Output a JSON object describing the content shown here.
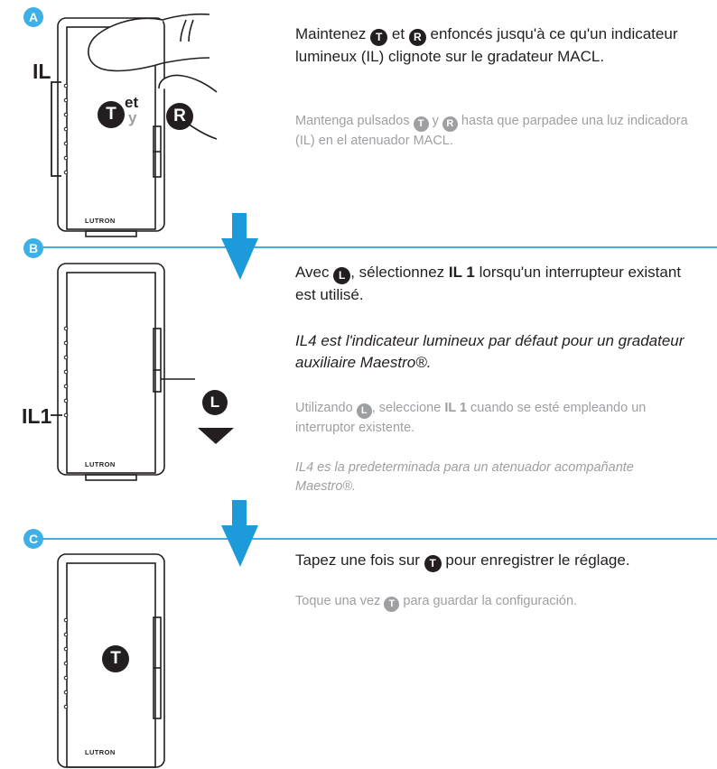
{
  "steps": {
    "a": {
      "marker": "A",
      "fr_parts": [
        "Maintenez ",
        " et ",
        " enfoncés jusqu'à ce qu'un indicateur lumineux (IL) clignote sur le gradateur MACL."
      ],
      "es_parts": [
        "Mantenga pulsados ",
        " y ",
        " hasta que parpadee una luz indicadora (IL) en el atenuador MACL."
      ],
      "btn_t": "T",
      "btn_r": "R",
      "figure": {
        "il_label": "IL",
        "et": "et",
        "y": "y",
        "brand": "LUTRON"
      }
    },
    "b": {
      "marker": "B",
      "fr_parts": [
        "Avec ",
        ", sélectionnez ",
        "IL 1",
        " lorsqu'un interrupteur existant est utilisé."
      ],
      "fr_note": "IL4 est l'indicateur lumineux par défaut pour un gradateur auxiliaire Maestro®.",
      "es_parts": [
        "Utilizando ",
        ", seleccione ",
        "IL 1",
        " cuando se esté empleando un interruptor existente."
      ],
      "es_note": "IL4 es la predeterminada para un atenuador acompañante Maestro®.",
      "btn_l": "L",
      "figure": {
        "il_label": "IL1",
        "brand": "LUTRON"
      }
    },
    "c": {
      "marker": "C",
      "fr_parts": [
        "Tapez une fois sur ",
        " pour enregistrer le réglage."
      ],
      "es_parts": [
        "Toque una vez ",
        " para guardar la configuración."
      ],
      "btn_t": "T",
      "figure": {
        "brand": "LUTRON"
      }
    }
  },
  "colors": {
    "accent": "#3db0e6",
    "text": "#231f20",
    "secondary": "#9d9fa2"
  }
}
